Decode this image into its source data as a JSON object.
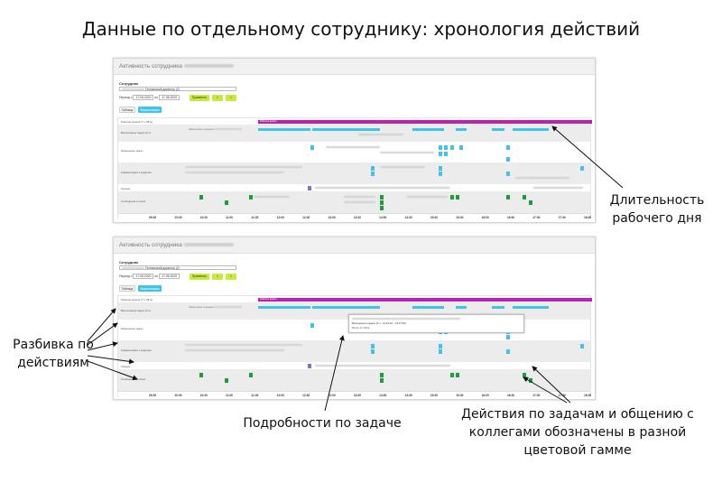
{
  "page": {
    "title": "Данные по отдельному сотруднику: хронология действий"
  },
  "app": {
    "window_title": "Активность сотрудника",
    "employee_label": "Сотрудник",
    "employee_select": "Технический директор (2)",
    "period_label": "Период с",
    "period_from": "17.06.2020",
    "period_to_label": "по",
    "period_to": "17.06.2020",
    "apply_label": "Применить",
    "prev_label": "«",
    "next_label": "»",
    "tabs": [
      {
        "label": "Таблица"
      },
      {
        "label": "Визуализация"
      }
    ],
    "workday_label": "Рабочее время (7 ч 38 м)",
    "workday_bar_label": "Рабочее время",
    "lanes": [
      {
        "label": "Выполнение задач (0 ч)"
      },
      {
        "label": "Изменение задач"
      },
      {
        "label": "Комментарии к задачам"
      },
      {
        "label": "Оценки"
      },
      {
        "label": "Сообщения в чатах"
      }
    ],
    "axis_ticks": [
      "09:30",
      "10:00",
      "10:30",
      "11:00",
      "11:30",
      "12:00",
      "12:30",
      "13:00",
      "13:30",
      "14:00",
      "14:30",
      "15:00",
      "15:30",
      "16:00",
      "16:30",
      "17:00",
      "17:30",
      "18:00"
    ],
    "popup": {
      "line1": "Выполнение задачи (0 ч · 12:01:16 – 16:27:54)",
      "line2": "Итого: 0 ч 26 м"
    }
  },
  "annotations": {
    "workday_length": "Длительность рабочего дня",
    "breakdown": "Разбивка по действиям",
    "task_details": "Подробности по задаче",
    "color_coding": "Действия по задачам и общению с коллегами обозначены в разной цветовой гамме"
  },
  "colors": {
    "magenta": "#c21dad",
    "cyan": "#3ec4ea",
    "green": "#1e9e3a",
    "lime": "#c8ea3c",
    "purple": "#8a6fd0"
  }
}
